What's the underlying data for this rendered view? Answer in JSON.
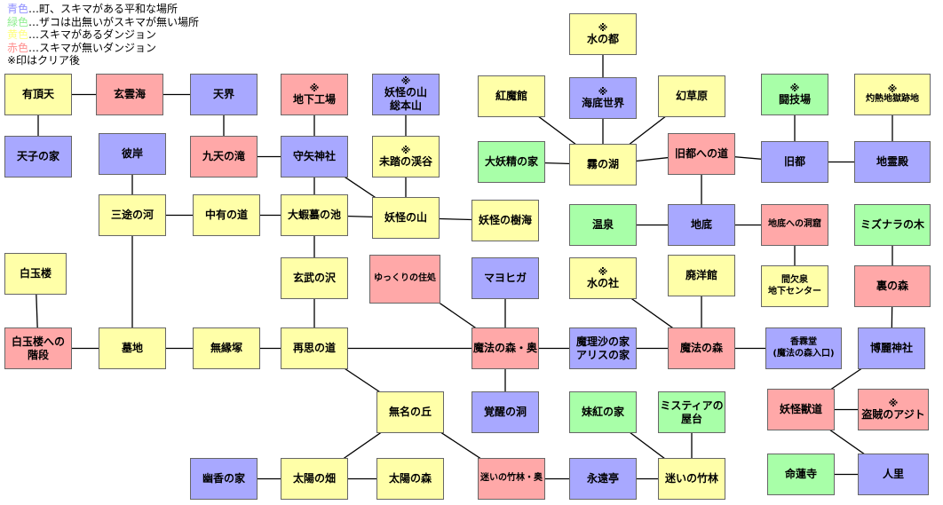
{
  "legend": {
    "blue_color": "青色",
    "blue_desc": "…町、スキマがある平和な場所",
    "green_color": "緑色",
    "green_desc": "…ザコは出無いがスキマが無い場所",
    "yellow_color": "黄色",
    "yellow_desc": "…スキマがあるダンジョン",
    "red_color": "赤色",
    "red_desc": "…スキマが無いダンジョン",
    "note": "※印はクリア後"
  },
  "colors": {
    "blue": "#a8a8ff",
    "green": "#a8ffa8",
    "yellow": "#ffffa8",
    "red": "#ffa8a8",
    "edge": "#000000"
  },
  "nodes": [
    {
      "id": "uchouten",
      "label": "有頂天",
      "type": "yellow",
      "clear": false
    },
    {
      "id": "tenshi",
      "label": "天子の家",
      "type": "blue",
      "clear": false
    },
    {
      "id": "genunkai",
      "label": "玄雲海",
      "type": "red",
      "clear": false
    },
    {
      "id": "tenkai",
      "label": "天界",
      "type": "blue",
      "clear": false
    },
    {
      "id": "kyuten",
      "label": "九天の滝",
      "type": "red",
      "clear": false
    },
    {
      "id": "chika_kojo",
      "label": "地下工場",
      "type": "red",
      "clear": true
    },
    {
      "id": "moriya",
      "label": "守矢神社",
      "type": "blue",
      "clear": false
    },
    {
      "id": "youkai_yama_honzan",
      "label": "妖怪の山\n総本山",
      "type": "blue",
      "clear": true
    },
    {
      "id": "mitou",
      "label": "未踏の渓谷",
      "type": "yellow",
      "clear": true
    },
    {
      "id": "higan",
      "label": "彼岸",
      "type": "blue",
      "clear": false
    },
    {
      "id": "sanzu",
      "label": "三途の河",
      "type": "yellow",
      "clear": false
    },
    {
      "id": "chuu",
      "label": "中有の道",
      "type": "yellow",
      "clear": false
    },
    {
      "id": "gama",
      "label": "大蝦蟇の池",
      "type": "yellow",
      "clear": false
    },
    {
      "id": "youkai_yama",
      "label": "妖怪の山",
      "type": "yellow",
      "clear": false
    },
    {
      "id": "jukai",
      "label": "妖怪の樹海",
      "type": "yellow",
      "clear": false
    },
    {
      "id": "hakugyokurou",
      "label": "白玉楼",
      "type": "yellow",
      "clear": false
    },
    {
      "id": "hakugyokurou_kaidan",
      "label": "白玉楼への\n階段",
      "type": "red",
      "clear": false
    },
    {
      "id": "bochi",
      "label": "墓地",
      "type": "yellow",
      "clear": false
    },
    {
      "id": "muen",
      "label": "無縁塚",
      "type": "yellow",
      "clear": false
    },
    {
      "id": "genbu",
      "label": "玄武の沢",
      "type": "yellow",
      "clear": false
    },
    {
      "id": "saishi",
      "label": "再思の道",
      "type": "yellow",
      "clear": false
    },
    {
      "id": "yukkuri",
      "label": "ゆっくりの住処",
      "type": "red",
      "clear": false,
      "small": true
    },
    {
      "id": "mayohiga",
      "label": "マヨヒガ",
      "type": "blue",
      "clear": false
    },
    {
      "id": "mahou_oku",
      "label": "魔法の森・奥",
      "type": "red",
      "clear": false
    },
    {
      "id": "kakusei",
      "label": "覚醒の洞",
      "type": "blue",
      "clear": false
    },
    {
      "id": "mumei",
      "label": "無名の丘",
      "type": "yellow",
      "clear": false
    },
    {
      "id": "yuuka",
      "label": "幽香の家",
      "type": "blue",
      "clear": false
    },
    {
      "id": "taiyou_hata",
      "label": "太陽の畑",
      "type": "yellow",
      "clear": false
    },
    {
      "id": "taiyou_mori",
      "label": "太陽の森",
      "type": "yellow",
      "clear": false
    },
    {
      "id": "mizu_miyako",
      "label": "水の都",
      "type": "yellow",
      "clear": true
    },
    {
      "id": "kaitei",
      "label": "海底世界",
      "type": "blue",
      "clear": true
    },
    {
      "id": "koumakan",
      "label": "紅魔館",
      "type": "yellow",
      "clear": false
    },
    {
      "id": "gensougen",
      "label": "幻草原",
      "type": "yellow",
      "clear": false
    },
    {
      "id": "daiyousei",
      "label": "大妖精の家",
      "type": "green",
      "clear": false
    },
    {
      "id": "kiri",
      "label": "霧の湖",
      "type": "yellow",
      "clear": false
    },
    {
      "id": "kyuuto_michi",
      "label": "旧都への道",
      "type": "red",
      "clear": false
    },
    {
      "id": "kyuuto",
      "label": "旧都",
      "type": "blue",
      "clear": false
    },
    {
      "id": "tougijo",
      "label": "闘技場",
      "type": "green",
      "clear": true
    },
    {
      "id": "shakunetsu",
      "label": "灼熱地獄跡地",
      "type": "yellow",
      "clear": true,
      "small": true
    },
    {
      "id": "chireiden",
      "label": "地霊殿",
      "type": "blue",
      "clear": false
    },
    {
      "id": "onsen",
      "label": "温泉",
      "type": "green",
      "clear": false
    },
    {
      "id": "chitei",
      "label": "地底",
      "type": "blue",
      "clear": false
    },
    {
      "id": "chitei_doukutsu",
      "label": "地底への洞窟",
      "type": "red",
      "clear": false,
      "small": true
    },
    {
      "id": "chika_center",
      "label": "間欠泉\n地下センター",
      "type": "yellow",
      "clear": false,
      "small": true
    },
    {
      "id": "mizunara",
      "label": "ミズナラの木",
      "type": "green",
      "clear": false
    },
    {
      "id": "mizu_yashiro",
      "label": "水の社",
      "type": "yellow",
      "clear": true
    },
    {
      "id": "haiyoukan",
      "label": "廃洋館",
      "type": "yellow",
      "clear": false
    },
    {
      "id": "ura_mori",
      "label": "裏の森",
      "type": "red",
      "clear": false
    },
    {
      "id": "marisa_alice",
      "label": "魔理沙の家\nアリスの家",
      "type": "blue",
      "clear": false
    },
    {
      "id": "mahou_mori",
      "label": "魔法の森",
      "type": "red",
      "clear": false
    },
    {
      "id": "kourindou",
      "label": "香霖堂\n(魔法の森入口)",
      "type": "blue",
      "clear": false,
      "small": true
    },
    {
      "id": "hakurei",
      "label": "博麗神社",
      "type": "blue",
      "clear": false
    },
    {
      "id": "mokou",
      "label": "妹紅の家",
      "type": "green",
      "clear": false
    },
    {
      "id": "mystia",
      "label": "ミスティアの\n屋台",
      "type": "green",
      "clear": false
    },
    {
      "id": "youkai_juudou",
      "label": "妖怪獣道",
      "type": "red",
      "clear": false
    },
    {
      "id": "touzoku",
      "label": "盗賊のアジト",
      "type": "red",
      "clear": true
    },
    {
      "id": "mayoi_oku",
      "label": "迷いの竹林・奥",
      "type": "red",
      "clear": false,
      "small": true
    },
    {
      "id": "eientei",
      "label": "永遠亭",
      "type": "blue",
      "clear": false
    },
    {
      "id": "mayoi",
      "label": "迷いの竹林",
      "type": "yellow",
      "clear": false
    },
    {
      "id": "myouren",
      "label": "命蓮寺",
      "type": "green",
      "clear": false
    },
    {
      "id": "hitozato",
      "label": "人里",
      "type": "blue",
      "clear": false
    }
  ],
  "edges": [
    [
      "uchouten",
      "genunkai"
    ],
    [
      "genunkai",
      "tenkai"
    ],
    [
      "uchouten",
      "tenshi"
    ],
    [
      "tenkai",
      "kyuten"
    ],
    [
      "kyuten",
      "moriya"
    ],
    [
      "chika_kojo",
      "moriya"
    ],
    [
      "moriya",
      "gama"
    ],
    [
      "moriya",
      "youkai_yama"
    ],
    [
      "youkai_yama_honzan",
      "mitou"
    ],
    [
      "mitou",
      "youkai_yama"
    ],
    [
      "gama",
      "youkai_yama"
    ],
    [
      "youkai_yama",
      "jukai"
    ],
    [
      "higan",
      "sanzu"
    ],
    [
      "sanzu",
      "chuu"
    ],
    [
      "chuu",
      "gama"
    ],
    [
      "gama",
      "genbu"
    ],
    [
      "sanzu",
      "bochi"
    ],
    [
      "hakugyokurou",
      "hakugyokurou_kaidan"
    ],
    [
      "hakugyokurou_kaidan",
      "bochi"
    ],
    [
      "bochi",
      "muen"
    ],
    [
      "muen",
      "saishi"
    ],
    [
      "genbu",
      "saishi"
    ],
    [
      "saishi",
      "mahou_oku"
    ],
    [
      "saishi",
      "mumei"
    ],
    [
      "yukkuri",
      "mahou_oku"
    ],
    [
      "mayohiga",
      "mahou_oku"
    ],
    [
      "mahou_oku",
      "kakusei"
    ],
    [
      "mahou_oku",
      "marisa_alice"
    ],
    [
      "mumei",
      "taiyou_hata"
    ],
    [
      "mumei",
      "mayoi_oku"
    ],
    [
      "yuuka",
      "taiyou_hata"
    ],
    [
      "taiyou_hata",
      "taiyou_mori"
    ],
    [
      "mizu_miyako",
      "kaitei"
    ],
    [
      "kaitei",
      "kiri"
    ],
    [
      "koumakan",
      "kiri"
    ],
    [
      "gensougen",
      "kiri"
    ],
    [
      "daiyousei",
      "kiri"
    ],
    [
      "kiri",
      "kyuuto_michi"
    ],
    [
      "kyuuto_michi",
      "kyuuto"
    ],
    [
      "kyuuto_michi",
      "chitei"
    ],
    [
      "tougijo",
      "kyuuto"
    ],
    [
      "kyuuto",
      "chireiden"
    ],
    [
      "shakunetsu",
      "chireiden"
    ],
    [
      "onsen",
      "chitei"
    ],
    [
      "chitei",
      "chitei_doukutsu"
    ],
    [
      "chitei_doukutsu",
      "chika_center"
    ],
    [
      "mizunara",
      "ura_mori"
    ],
    [
      "mizu_yashiro",
      "mahou_mori"
    ],
    [
      "haiyoukan",
      "mahou_mori"
    ],
    [
      "marisa_alice",
      "mahou_mori"
    ],
    [
      "mahou_mori",
      "kourindou"
    ],
    [
      "ura_mori",
      "hakurei"
    ],
    [
      "hakurei",
      "youkai_juudou"
    ],
    [
      "youkai_juudou",
      "touzoku"
    ],
    [
      "youkai_juudou",
      "hitozato"
    ],
    [
      "myouren",
      "hitozato"
    ],
    [
      "mokou",
      "mayoi"
    ],
    [
      "mystia",
      "mayoi"
    ],
    [
      "mayoi_oku",
      "eientei"
    ],
    [
      "eientei",
      "mayoi"
    ]
  ]
}
